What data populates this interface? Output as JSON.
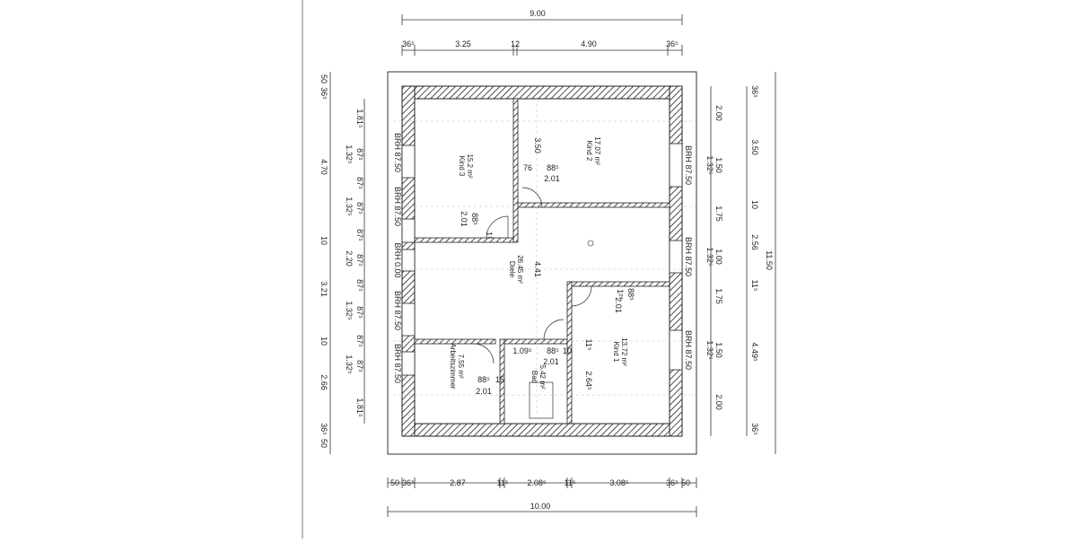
{
  "plan": {
    "top_overall": "9.00",
    "top_segments": [
      "36⁵",
      "3.25",
      "12",
      "4.90",
      "36⁵"
    ],
    "bottom_segments": [
      "50",
      "36⁵",
      "2.87",
      "11⁵",
      "2.08⁵",
      "11⁵",
      "3.08⁵",
      "36⁵",
      "50"
    ],
    "bottom_overall": "10.00",
    "left_outer": [
      "50",
      "36⁵",
      "4.70",
      "10",
      "3.21",
      "10",
      "2.66",
      "36⁵",
      "50"
    ],
    "left_inner": [
      "1.81⁵",
      "1.32⁵",
      "87⁵",
      "1.32⁵",
      "87⁵",
      "2.20",
      "87⁵",
      "1.32⁵",
      "87⁵",
      "1.32⁵",
      "87⁵",
      "1.81⁵"
    ],
    "left_inner_b": [
      "87⁵",
      "87⁵",
      "87⁵",
      "87⁵"
    ],
    "right_inner": [
      "2.00",
      "1.50",
      "1.32⁵",
      "1.75",
      "1.00",
      "1.32⁵",
      "1.75",
      "1.50",
      "1.32⁵",
      "2.00"
    ],
    "right_mid": [
      "36⁵",
      "3.50",
      "10",
      "2.56",
      "11⁵",
      "4.49⁵",
      "36⁵"
    ],
    "right_overall": "11.50",
    "window_labels_left": [
      "BRH 87.50",
      "BRH 87.50",
      "BRH 0.00",
      "BRH 87.50",
      "BRH 87.50"
    ],
    "window_labels_right": [
      "BRH 87.50",
      "BRH 87.50",
      "BRH 87.50"
    ],
    "rooms": [
      {
        "name": "Kind 3",
        "area": "15.2 m²"
      },
      {
        "name": "Kind 2",
        "area": "17.07 m²"
      },
      {
        "name": "Diele",
        "area": "26.45 m²"
      },
      {
        "name": "Kind 1",
        "area": "13.72 m²"
      },
      {
        "name": "Arbeitszimmer",
        "area": "7.55 m²"
      },
      {
        "name": "Bad",
        "area": "5.42 m²"
      }
    ],
    "inner_dims": [
      "3.50",
      "76",
      "88⁵",
      "2.01",
      "88⁵",
      "2.01",
      "1¹",
      "4.41",
      "1.09⁵",
      "88⁵",
      "10",
      "2.01",
      "11⁵",
      "88⁵",
      "15",
      "2.01",
      "2.64⁵",
      "1²⁵",
      "88⁵",
      "2.01"
    ]
  }
}
